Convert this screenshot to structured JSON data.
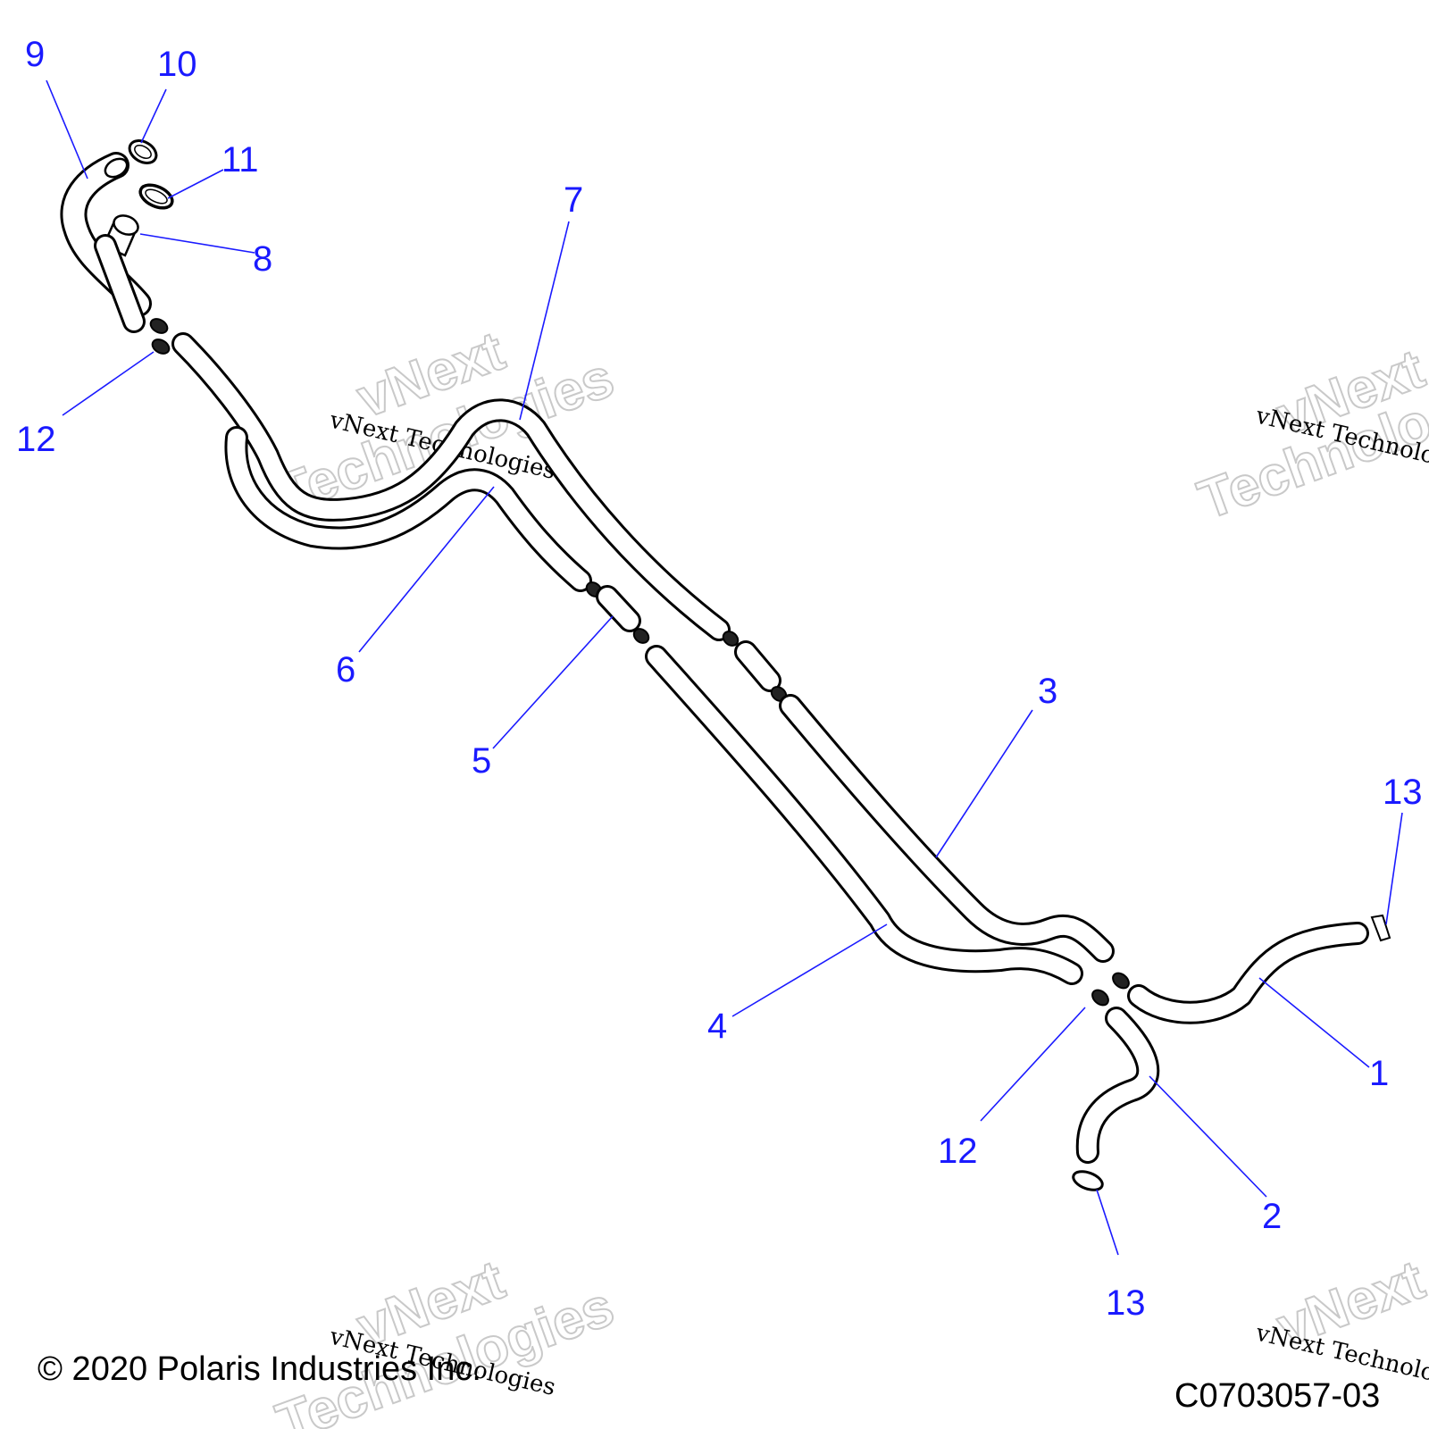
{
  "diagram": {
    "callouts": [
      {
        "id": "c1",
        "label": "1"
      },
      {
        "id": "c2",
        "label": "2"
      },
      {
        "id": "c3",
        "label": "3"
      },
      {
        "id": "c4",
        "label": "4"
      },
      {
        "id": "c5",
        "label": "5"
      },
      {
        "id": "c6",
        "label": "6"
      },
      {
        "id": "c7",
        "label": "7"
      },
      {
        "id": "c8",
        "label": "8"
      },
      {
        "id": "c9",
        "label": "9"
      },
      {
        "id": "c10",
        "label": "10"
      },
      {
        "id": "c11",
        "label": "11"
      },
      {
        "id": "c12a",
        "label": "12"
      },
      {
        "id": "c12b",
        "label": "12"
      },
      {
        "id": "c13a",
        "label": "13"
      },
      {
        "id": "c13b",
        "label": "13"
      }
    ],
    "watermark_script": "vNext Technologies",
    "watermark_outline_1": "vNext",
    "watermark_outline_2": "Technologies",
    "copyright": "© 2020 Polaris Industries Inc.",
    "drawing_number": "C0703057-03",
    "line_color": "#1a1aff"
  }
}
